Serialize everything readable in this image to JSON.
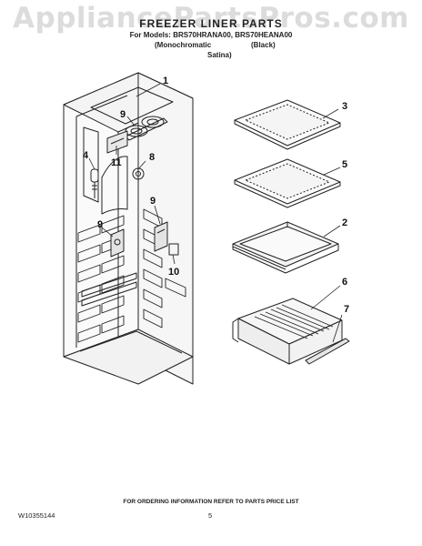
{
  "watermark": "AppliancePartsPros.com",
  "header": {
    "title": "FREEZER LINER PARTS",
    "models_line": "For Models: BRS70HRANA00, BRS70HEANA00",
    "variant_left": "(Monochromatic",
    "variant_right": "(Black)",
    "variant_sub": "Satina)"
  },
  "callouts": [
    "1",
    "9",
    "11",
    "4",
    "8",
    "9",
    "9",
    "10",
    "3",
    "5",
    "2",
    "6",
    "7"
  ],
  "footer": {
    "note": "FOR ORDERING INFORMATION REFER TO PARTS PRICE LIST",
    "doc_number": "W10355144",
    "page": "5"
  }
}
